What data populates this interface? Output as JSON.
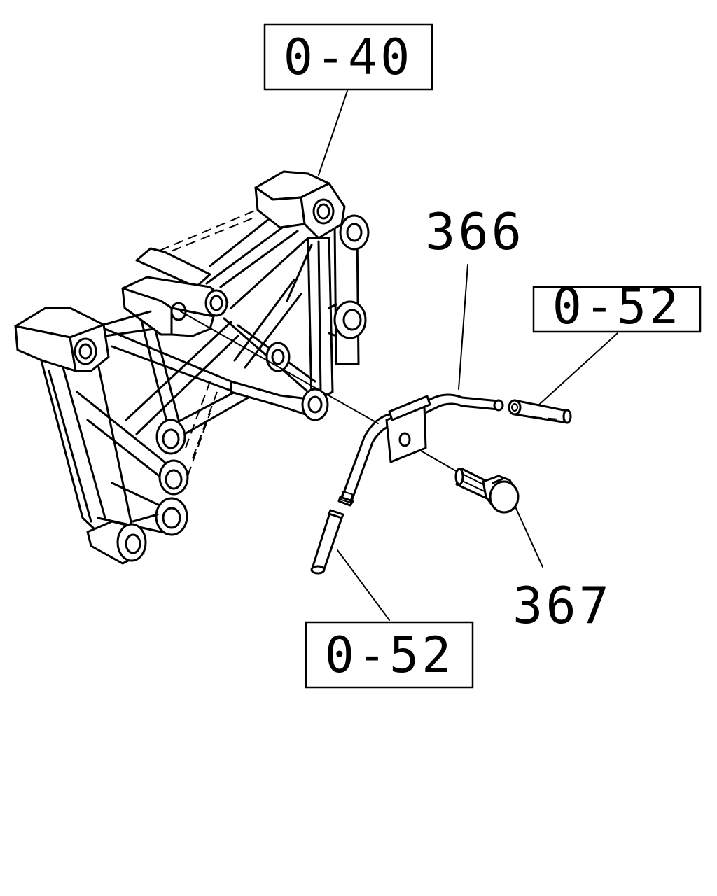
{
  "diagram": {
    "reference_boxes": [
      {
        "id": "ref-top",
        "text": "0-40"
      },
      {
        "id": "ref-right",
        "text": "0-52"
      },
      {
        "id": "ref-bottom",
        "text": "0-52"
      }
    ],
    "part_numbers": [
      {
        "id": "part-366",
        "text": "366"
      },
      {
        "id": "part-367",
        "text": "367"
      }
    ],
    "colors": {
      "ink": "#000000",
      "paper": "#ffffff"
    }
  }
}
